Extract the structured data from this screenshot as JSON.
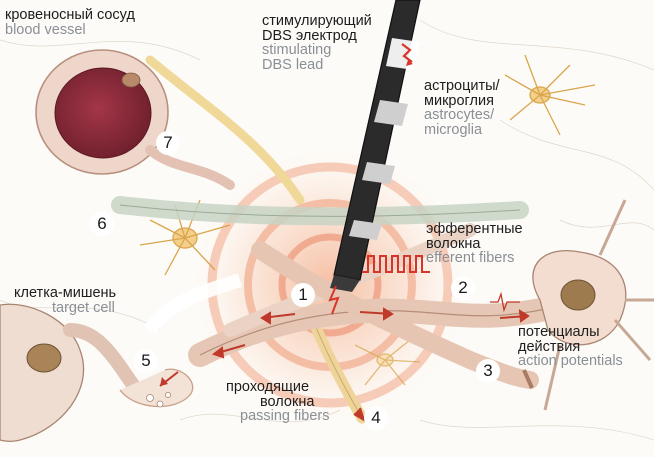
{
  "labels": {
    "blood_vessel": {
      "ru": "кровеносный сосуд",
      "en": "blood vessel"
    },
    "dbs_lead": {
      "ru_line1": "стимулирующий",
      "ru_line2": "DBS электрод",
      "en_line1": "stimulating",
      "en_line2": "DBS lead"
    },
    "glia": {
      "ru_line1": "астроциты/",
      "ru_line2": "микроглия",
      "en_line1": "astrocytes/",
      "en_line2": "microglia"
    },
    "efferent": {
      "ru_line1": "эфферентные",
      "ru_line2": "волокна",
      "en": "efferent fibers"
    },
    "target_cell": {
      "ru": "клетка-мишень",
      "en": "target cell"
    },
    "action_potentials": {
      "ru_line1": "потенциалы",
      "ru_line2": "действия",
      "en": "action potentials"
    },
    "passing": {
      "ru_line1": "проходящие",
      "ru_line2": "волокна",
      "en": "passing fibers"
    }
  },
  "markers": [
    "1",
    "2",
    "3",
    "4",
    "5",
    "6",
    "7"
  ],
  "colors": {
    "background": "#fdfbf7",
    "blood_vessel": "#8e2a3a",
    "vessel_wall": "#e3c2b4",
    "field_glow": "#f2a07a",
    "electrode": "#2b2b2b",
    "pulse": "#d8342a",
    "fiber": "#e8cbb8",
    "glia": "#f2c77a",
    "nucleus": "#8f7352",
    "russian_text": "#1d1d1d",
    "english_text": "#8a8f96"
  }
}
